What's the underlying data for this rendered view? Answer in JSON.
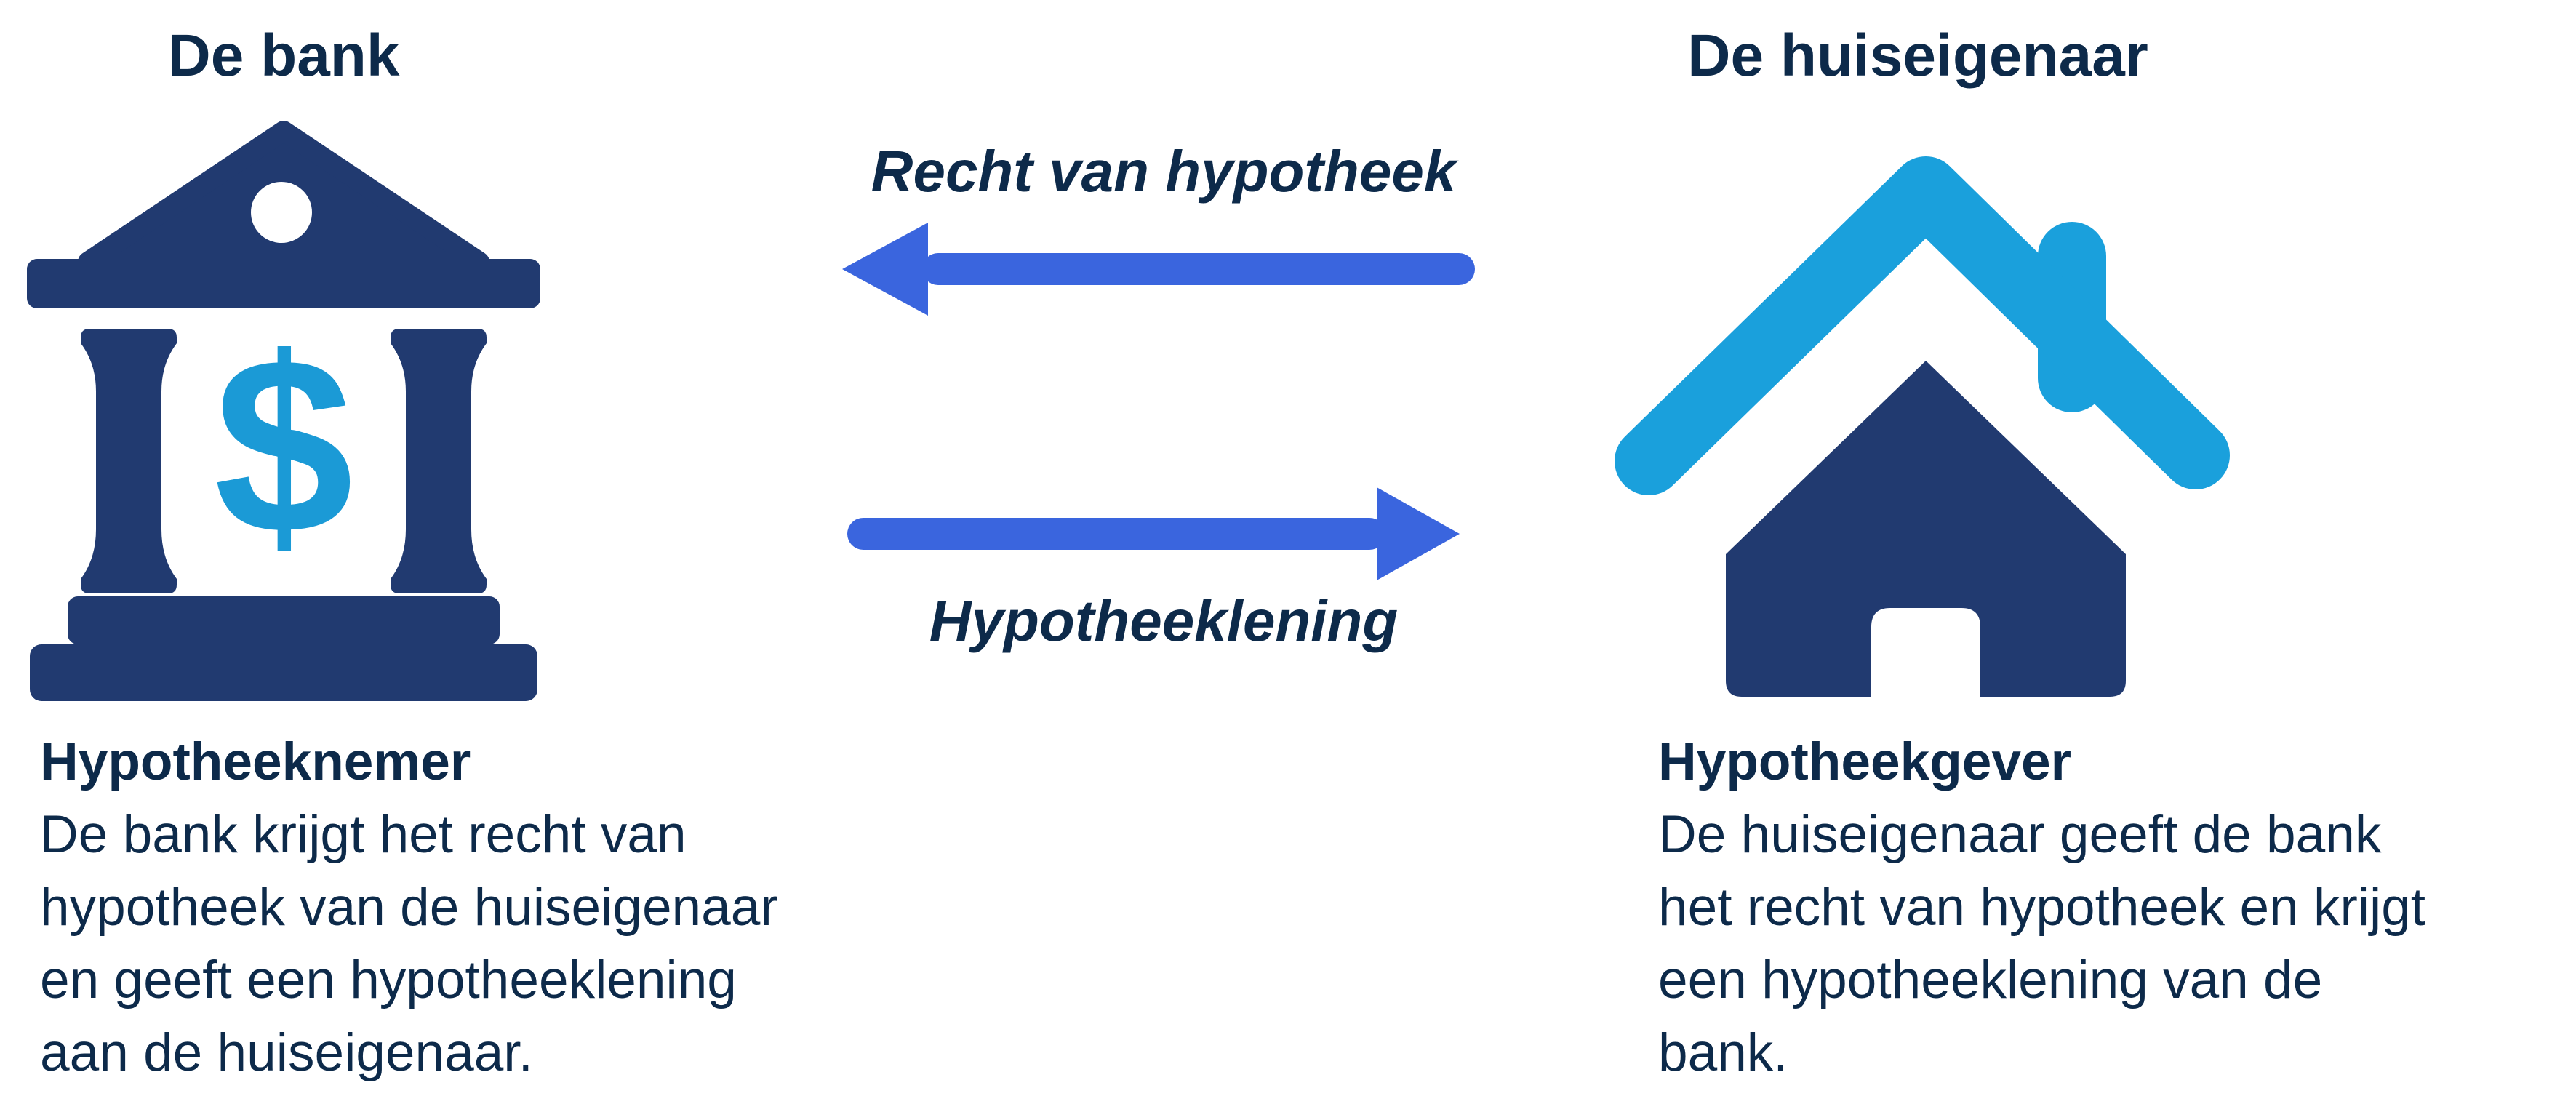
{
  "diagram": {
    "background": "#ffffff",
    "text_color": "#0d2a4a",
    "bank_navy": "#213a70",
    "accent_light_blue": "#1aa0dc",
    "dollar_blue": "#1b9ad6",
    "arrow_blue": "#3a65de"
  },
  "left": {
    "title": "De bank",
    "icon": "bank-icon",
    "heading": "Hypotheeknemer",
    "lines": [
      "De bank krijgt het recht van",
      "hypotheek van de huiseigenaar",
      "en geeft een hypotheeklening",
      "aan de huiseigenaar."
    ]
  },
  "center": {
    "top_arrow": {
      "label": "Recht van hypotheek",
      "direction": "left",
      "from": "De huiseigenaar",
      "to": "De bank"
    },
    "bottom_arrow": {
      "label": "Hypotheeklening",
      "direction": "right",
      "from": "De bank",
      "to": "De huiseigenaar"
    }
  },
  "right": {
    "title": "De huiseigenaar",
    "icon": "house-icon",
    "heading": "Hypotheekgever",
    "lines": [
      "De huiseigenaar geeft de bank",
      "het recht van hypotheek en krijgt",
      "een hypotheeklening van de",
      "bank."
    ]
  }
}
